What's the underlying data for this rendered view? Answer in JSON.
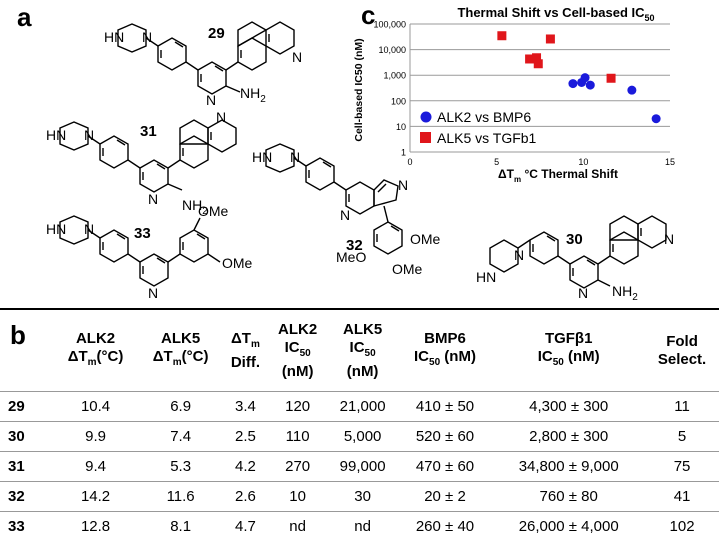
{
  "panels": {
    "a": "a",
    "b": "b",
    "c": "c"
  },
  "structures": {
    "labels": [
      "29",
      "31",
      "33",
      "32",
      "30"
    ],
    "atoms": {
      "HN": "HN",
      "N": "N",
      "NH2": "NH",
      "sub2": "2",
      "OMe": "OMe",
      "MeO": "MeO"
    }
  },
  "chart_data": {
    "type": "scatter",
    "title": "Thermal Shift vs Cell-based IC",
    "title_sub": "50",
    "xlabel": "ΔT",
    "xlabel_sub": "m",
    "xlabel_rest": " °C Thermal Shift",
    "ylabel": "Cell-based IC50 (nM)",
    "xlim": [
      0,
      15
    ],
    "ylim": [
      1,
      100000
    ],
    "yscale": "log",
    "x_ticks": [
      "0",
      "5",
      "10",
      "15"
    ],
    "y_ticks": [
      "1",
      "10",
      "100",
      "1,000",
      "10,000",
      "100,000"
    ],
    "grid": "horizontal",
    "legend_position": "left",
    "series": [
      {
        "name": "ALK2 vs BMP6",
        "marker": "circle",
        "color": "#1a1adb",
        "points": [
          [
            10.4,
            410
          ],
          [
            9.9,
            520
          ],
          [
            9.4,
            470
          ],
          [
            14.2,
            20
          ],
          [
            12.8,
            260
          ],
          [
            10.1,
            800
          ]
        ]
      },
      {
        "name": "ALK5 vs TGFb1",
        "marker": "square",
        "color": "#e0161b",
        "points": [
          [
            6.9,
            4300
          ],
          [
            7.4,
            2800
          ],
          [
            5.3,
            34800
          ],
          [
            11.6,
            760
          ],
          [
            8.1,
            26000
          ],
          [
            7.3,
            4800
          ]
        ]
      }
    ]
  },
  "table": {
    "headers": [
      {
        "l1": "ALK2",
        "l2a": "ΔT",
        "l2s": "m",
        "l2b": "(°C)"
      },
      {
        "l1": "ALK5",
        "l2a": "ΔT",
        "l2s": "m",
        "l2b": "(°C)"
      },
      {
        "l1a": "ΔT",
        "l1s": "m",
        "l2": "Diff."
      },
      {
        "l1": "ALK2",
        "l2a": "IC",
        "l2s": "50",
        "l3": "(nM)"
      },
      {
        "l1": "ALK5",
        "l2a": "IC",
        "l2s": "50",
        "l3": "(nM)"
      },
      {
        "l1": "BMP6",
        "l2a": "IC",
        "l2s": "50",
        "l2b": " (nM)"
      },
      {
        "l1": "TGFβ1",
        "l2a": "IC",
        "l2s": "50",
        "l2b": " (nM)"
      },
      {
        "l1": "Fold",
        "l2": "Select."
      }
    ],
    "rows": [
      [
        "29",
        "10.4",
        "6.9",
        "3.4",
        "120",
        "21,000",
        "410 ± 50",
        "4,300 ± 300",
        "11"
      ],
      [
        "30",
        "9.9",
        "7.4",
        "2.5",
        "110",
        "5,000",
        "520 ± 60",
        "2,800 ± 300",
        "5"
      ],
      [
        "31",
        "9.4",
        "5.3",
        "4.2",
        "270",
        "99,000",
        "470 ± 60",
        "34,800 ± 9,000",
        "75"
      ],
      [
        "32",
        "14.2",
        "11.6",
        "2.6",
        "10",
        "30",
        "20 ± 2",
        "760 ± 80",
        "41"
      ],
      [
        "33",
        "12.8",
        "8.1",
        "4.7",
        "nd",
        "nd",
        "260 ± 40",
        "26,000 ± 4,000",
        "102"
      ]
    ]
  }
}
